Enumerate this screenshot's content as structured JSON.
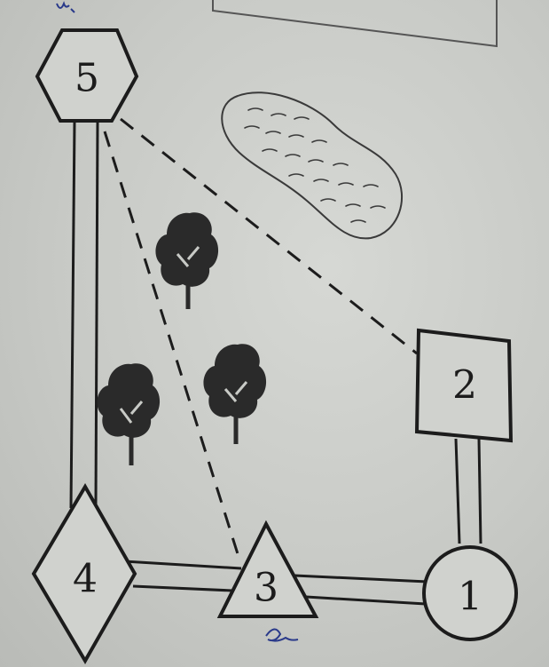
{
  "nodes": [
    {
      "id": "5",
      "label": "5",
      "shape": "hexagon"
    },
    {
      "id": "2",
      "label": "2",
      "shape": "square"
    },
    {
      "id": "1",
      "label": "1",
      "shape": "circle"
    },
    {
      "id": "3",
      "label": "3",
      "shape": "triangle"
    },
    {
      "id": "4",
      "label": "4",
      "shape": "diamond"
    }
  ],
  "roads": [
    {
      "from": "5",
      "to": "4",
      "style": "double-line"
    },
    {
      "from": "4",
      "to": "3",
      "style": "double-line"
    },
    {
      "from": "3",
      "to": "1",
      "style": "double-line"
    },
    {
      "from": "1",
      "to": "2",
      "style": "double-line"
    }
  ],
  "paths": [
    {
      "from": "5",
      "to": "2",
      "style": "dashed"
    },
    {
      "from": "5",
      "to": "3",
      "style": "dashed"
    }
  ],
  "features": {
    "lake": "lake",
    "trees": [
      "tree",
      "tree",
      "tree"
    ]
  },
  "colors": {
    "ink": "#1c1c1c",
    "paper": "#d2d4d0",
    "pen": "#2a3a8a"
  }
}
